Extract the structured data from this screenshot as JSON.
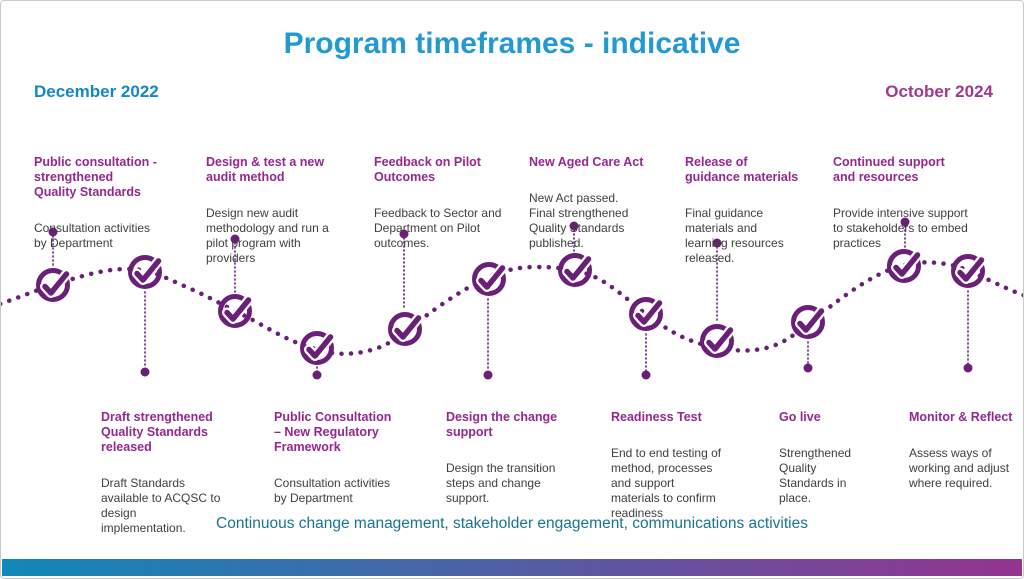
{
  "slide": {
    "title": "Program timeframes - indicative",
    "timeline_start": "December 2022",
    "timeline_end": "October 2024",
    "footer_note": "Continuous change management, stakeholder engagement, communications activities"
  },
  "colors": {
    "title_blue": "#2399D3",
    "start_blue": "#1487C5",
    "end_purple": "#A0388F",
    "heading_purple": "#942790",
    "body_text": "#3E3E3E",
    "icon_purple": "#6B2077",
    "connector_purple": "#7B3F92",
    "footer_teal": "#1B7390",
    "bar_grad_start": "#0F89B8",
    "bar_grad_end": "#94348F"
  },
  "icons": {
    "milestone_marker": "check-circle-icon"
  },
  "milestones": {
    "top": [
      {
        "title": "Public consultation -\nstrengthened\nQuality Standards",
        "description": "Consultation activities\nby Department"
      },
      {
        "title": "Design & test a new\naudit method",
        "description": "Design new audit\nmethodology and run a\npilot program with\nproviders"
      },
      {
        "title": "Feedback on Pilot\nOutcomes",
        "description": "Feedback to Sector and\nDepartment on Pilot\noutcomes."
      },
      {
        "title": "New Aged Care Act",
        "description": "New Act passed.\nFinal strengthened\nQuality Standards\npublished."
      },
      {
        "title": "Release of\nguidance materials",
        "description": "Final guidance\nmaterials and\nlearning resources\nreleased."
      },
      {
        "title": "Continued support\nand resources",
        "description": "Provide intensive support\nto stakeholders to embed\npractices"
      }
    ],
    "bottom": [
      {
        "title": "Draft strengthened\nQuality Standards\nreleased",
        "description": "Draft Standards\navailable to ACQSC to\ndesign\nimplementation."
      },
      {
        "title": "Public Consultation\n– New Regulatory\nFramework",
        "description": "Consultation activities\nby Department"
      },
      {
        "title": "Design the change\nsupport",
        "description": "Design the transition\nsteps and change\nsupport."
      },
      {
        "title": "Readiness Test",
        "description": "End to end testing of\nmethod, processes\nand support\nmaterials to confirm\nreadiness"
      },
      {
        "title": "Go live",
        "description": "Strengthened\nQuality\nStandards in\nplace."
      },
      {
        "title": "Monitor & Reflect",
        "description": "Assess ways of\nworking and adjust\nwhere required."
      }
    ]
  }
}
